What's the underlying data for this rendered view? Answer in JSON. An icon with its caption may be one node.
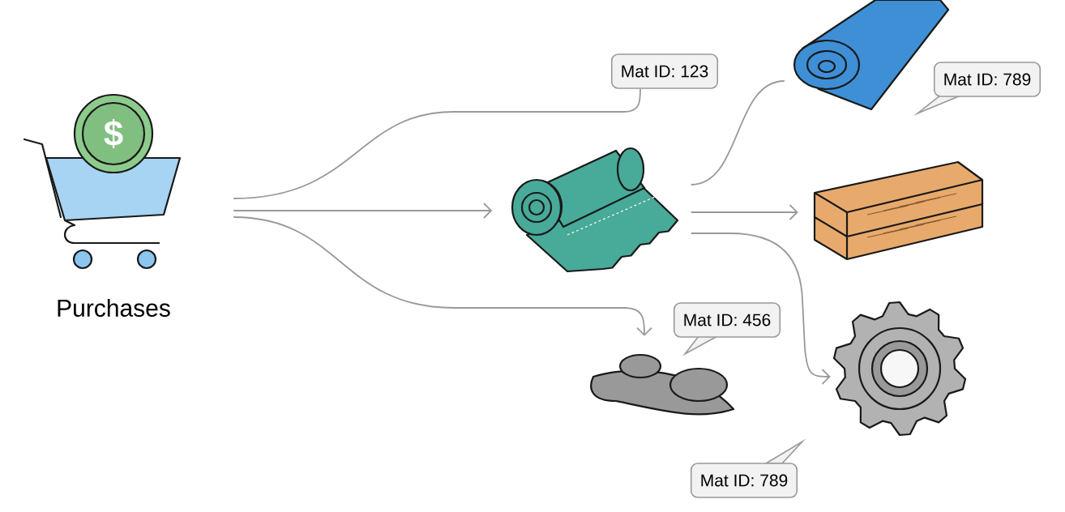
{
  "diagram": {
    "nodes": [
      {
        "text": [
          "Purchases"
        ]
      },
      {
        "text": [],
        "shape": "picture"
      },
      {
        "text": [],
        "shape": "picture"
      },
      {
        "text": [],
        "shape": "picture"
      },
      {
        "text": [],
        "shape": "picture"
      },
      {
        "text": [],
        "shape": "picture"
      },
      {
        "text": [
          "Mat ID: 123"
        ]
      },
      {
        "text": [
          "Mat ID: 789"
        ]
      },
      {
        "text": [
          "Mat ID: 456"
        ]
      },
      {
        "text": [
          "Mat ID: 789"
        ]
      }
    ],
    "edges": [
      {
        "from": 0,
        "to": 6,
        "arrow": "none"
      },
      {
        "from": 0,
        "to": 1,
        "arrow": "to"
      },
      {
        "from": 0,
        "to": 4,
        "arrow": "to"
      },
      {
        "from": 1,
        "to": 2,
        "arrow": "none"
      },
      {
        "from": 1,
        "to": 3,
        "arrow": "to"
      },
      {
        "from": 1,
        "to": 5,
        "arrow": "to"
      }
    ],
    "labels": [
      "$"
    ]
  }
}
